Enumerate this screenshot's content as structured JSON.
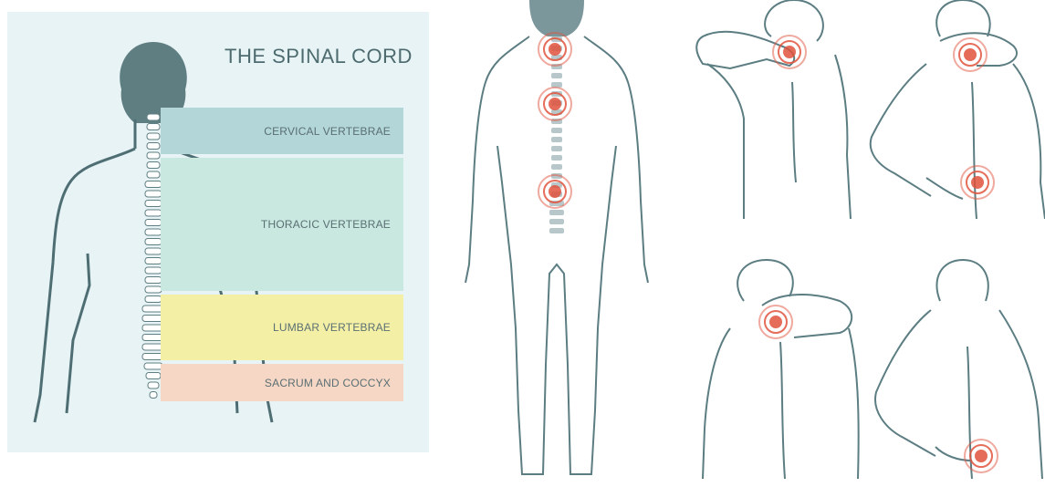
{
  "diagram": {
    "title": "THE SPINAL CORD",
    "regions": [
      {
        "key": "cervical",
        "label": "CERVICAL VERTEBRAE",
        "color": "#b3d6d8"
      },
      {
        "key": "thoracic",
        "label": "THORACIC VERTEBRAE",
        "color": "#c9e8e0"
      },
      {
        "key": "lumbar",
        "label": "LUMBAR VERTEBRAE",
        "color": "#f3f0a6"
      },
      {
        "key": "sacrum",
        "label": "SACRUM AND COCCYX",
        "color": "#f6d7c5"
      }
    ],
    "colors": {
      "panel_bg": "#e7f3f4",
      "body_outline": "#4e6e74",
      "head_fill": "#5f7e82",
      "spine_fill": "#ffffff",
      "pain_marker": "#e0533d"
    }
  }
}
